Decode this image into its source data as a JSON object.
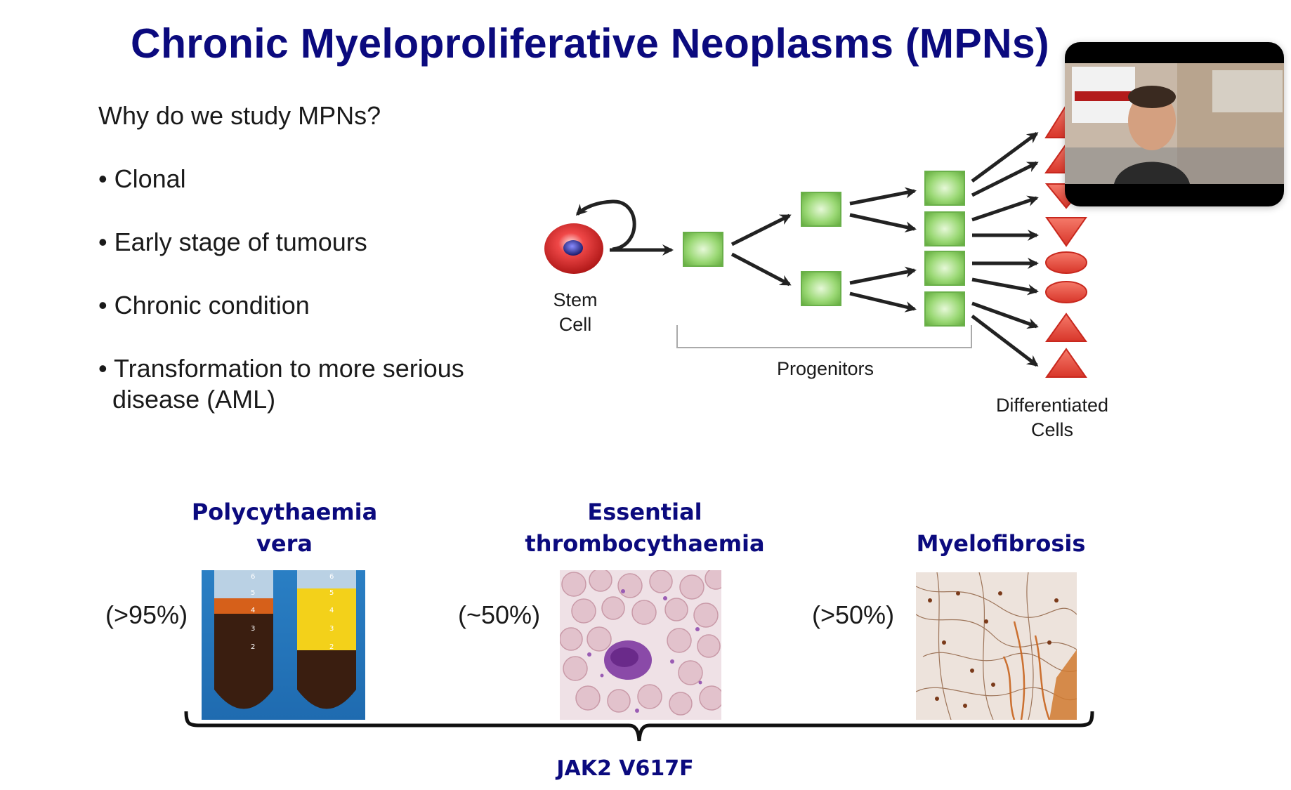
{
  "slide": {
    "title": "Chronic Myeloproliferative Neoplasms (MPNs)",
    "question": "Why do we study MPNs?",
    "bullets": [
      "• Clonal",
      "• Early stage of tumours",
      "• Chronic condition",
      "• Transformation to more serious disease (AML)"
    ],
    "diagram": {
      "stem_label_1": "Stem",
      "stem_label_2": "Cell",
      "progenitors_label": "Progenitors",
      "differentiated_label_1": "Differentiated",
      "differentiated_label_2": "Cells"
    },
    "diseases": [
      {
        "name_1": "Polycythaemia",
        "name_2": "vera",
        "percent": "(>95%)"
      },
      {
        "name_1": "Essential",
        "name_2": "thrombocythaemia",
        "percent": "(~50%)"
      },
      {
        "name_1": "Myelofibrosis",
        "name_2": "",
        "percent": "(>50%)"
      }
    ],
    "mutation": "JAK2 V617F"
  },
  "colors": {
    "title": "#0b0a7e",
    "progenitor_green": "#8fd06a",
    "diff_red": "#e8453c",
    "stem_red": "#d42a2a"
  },
  "icons": [
    "self-renewal-arrow-icon",
    "stem-cell-icon",
    "progenitor-cell-icon",
    "differentiated-cell-icon"
  ]
}
